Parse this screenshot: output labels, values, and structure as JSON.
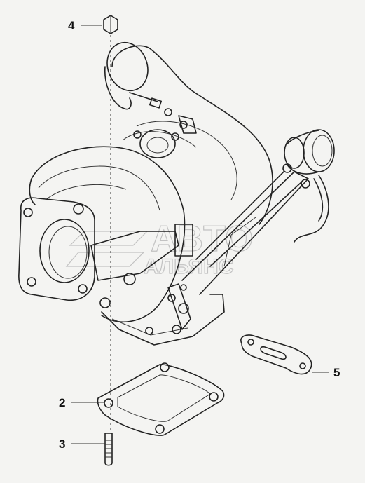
{
  "callouts": [
    {
      "id": "4",
      "text": "4"
    },
    {
      "id": "5",
      "text": "5"
    },
    {
      "id": "2",
      "text": "2"
    },
    {
      "id": "3",
      "text": "3"
    }
  ],
  "watermark": {
    "line1": "ABTO",
    "line2": "АЛЬЯНС"
  }
}
